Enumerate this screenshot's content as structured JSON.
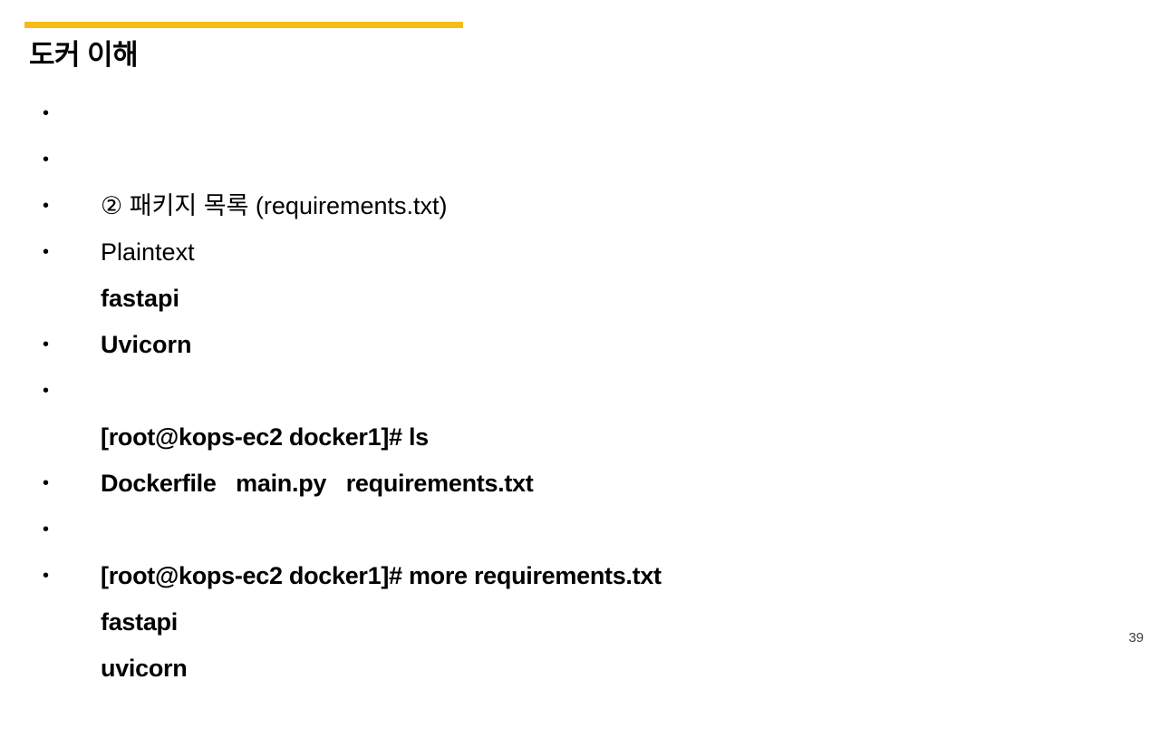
{
  "slide": {
    "title": "도커 이해",
    "page_number": "39",
    "accent_color": "#f5bc17",
    "background_color": "#ffffff",
    "text_color": "#000000",
    "bullet_glyph": "•",
    "lines": [
      {
        "text": "② 패키지 목록 (requirements.txt)",
        "style": "regular",
        "bullet": true
      },
      {
        "text": "Plaintext",
        "style": "regular",
        "bullet": true
      },
      {
        "text": "fastapi",
        "style": "bold",
        "bullet": true
      },
      {
        "text": "Uvicorn",
        "style": "bold",
        "bullet": true
      },
      {
        "text": "",
        "style": "spacer",
        "bullet": false
      },
      {
        "text": "[root@kops-ec2 docker1]# ls",
        "style": "condensed",
        "bullet": true
      },
      {
        "text": "Dockerfile   main.py   requirements.txt",
        "style": "condensed",
        "bullet": true
      },
      {
        "text": "",
        "style": "spacer",
        "bullet": false
      },
      {
        "text": "[root@kops-ec2 docker1]# more requirements.txt",
        "style": "condensed",
        "bullet": true
      },
      {
        "text": "fastapi",
        "style": "condensed",
        "bullet": true
      },
      {
        "text": "uvicorn",
        "style": "condensed",
        "bullet": true
      }
    ]
  }
}
